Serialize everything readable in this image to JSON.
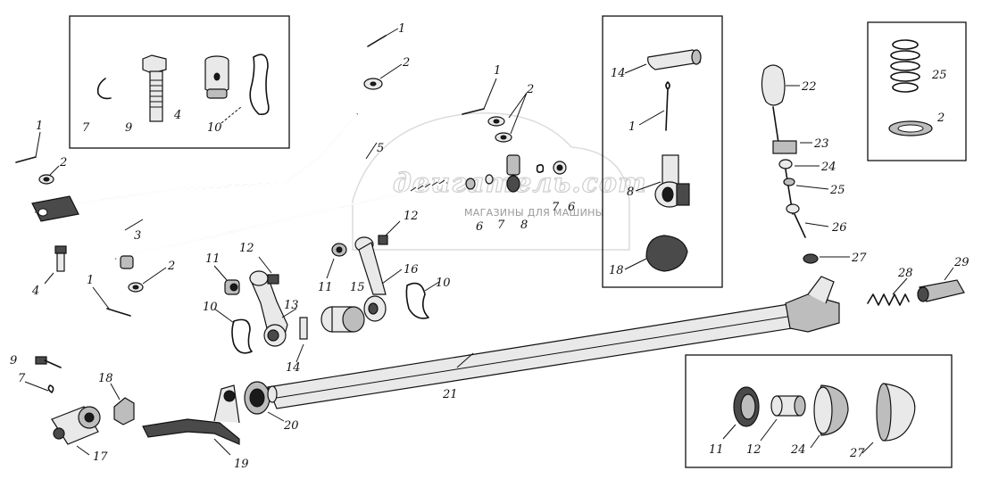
{
  "watermark": {
    "logo": "двигатель.com",
    "subtitle": "МАГАЗИНЫ ДЛЯ МАШИНЫ"
  },
  "labels": {
    "tl_box_7": "7",
    "tl_box_9": "9",
    "tl_box_4": "4",
    "tl_box_10": "10",
    "top_1": "1",
    "top_2": "2",
    "left_1": "1",
    "left_2": "2",
    "rod_3": "3",
    "rod_5": "5",
    "mid_1": "1",
    "mid_2": "2",
    "mid_6a": "6",
    "mid_7a": "7",
    "mid_8": "8",
    "mid_7b": "7",
    "mid_6b": "6",
    "mid_12a": "12",
    "mid_12b": "12",
    "mid_11a": "11",
    "mid_11b": "11",
    "mid_13": "13",
    "mid_10a": "10",
    "mid_14": "14",
    "mid_15": "15",
    "mid_16": "16",
    "mid_10b": "10",
    "left_4": "4",
    "left2_2": "2",
    "left2_1": "1",
    "bl_9": "9",
    "bl_7": "7",
    "bl_18": "18",
    "bl_17": "17",
    "bl_19": "19",
    "bl_20": "20",
    "tube_21": "21",
    "cb_14": "14",
    "cb_1": "1",
    "cb_8": "8",
    "cb_18": "18",
    "knob_22": "22",
    "knob_23": "23",
    "knob_24": "24",
    "knob_25": "25",
    "knob_26": "26",
    "knob_27": "27",
    "tr_25": "25",
    "tr_2": "2",
    "sp_28": "28",
    "sp_29": "29",
    "br_11": "11",
    "br_12": "12",
    "br_24": "24",
    "br_27": "27"
  }
}
